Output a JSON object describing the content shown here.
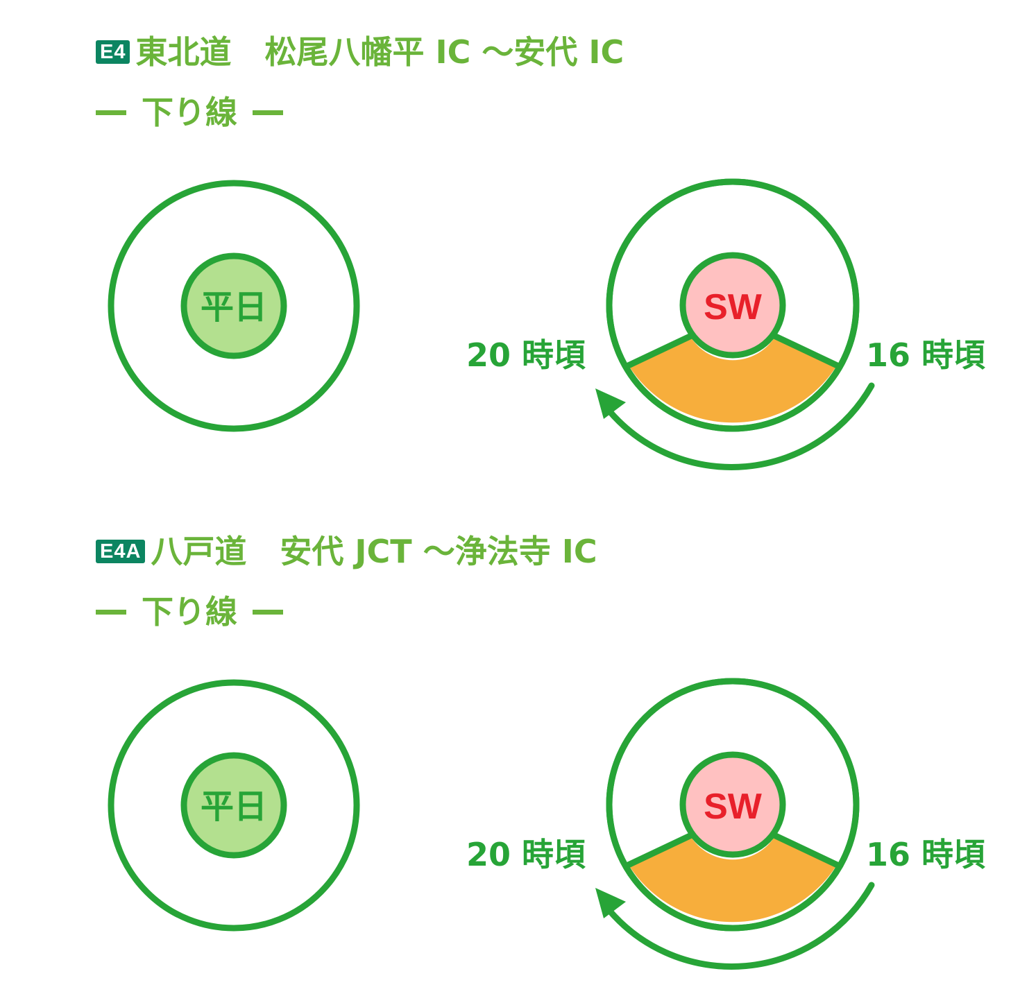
{
  "colors": {
    "route_text": "#6ab43a",
    "ring": "#27a437",
    "badge_bg": "#0c8561",
    "weekday_fill": "#b3e08f",
    "sw_fill": "#ffc1c1",
    "sw_text": "#e8202a",
    "congestion_fill": "#f7ae3c"
  },
  "sections": [
    {
      "badge": "E4",
      "route_name": "東北道",
      "route_section": "松尾八幡平 IC ～安代 IC",
      "direction": "下り線",
      "weekday_label": "平日",
      "sw_label": "SW",
      "time_start": "16 時頃",
      "time_end": "20 時頃"
    },
    {
      "badge": "E4A",
      "route_name": "八戸道",
      "route_section": "安代 JCT ～浄法寺 IC",
      "direction": "下り線",
      "weekday_label": "平日",
      "sw_label": "SW",
      "time_start": "16 時頃",
      "time_end": "20 時頃"
    }
  ]
}
